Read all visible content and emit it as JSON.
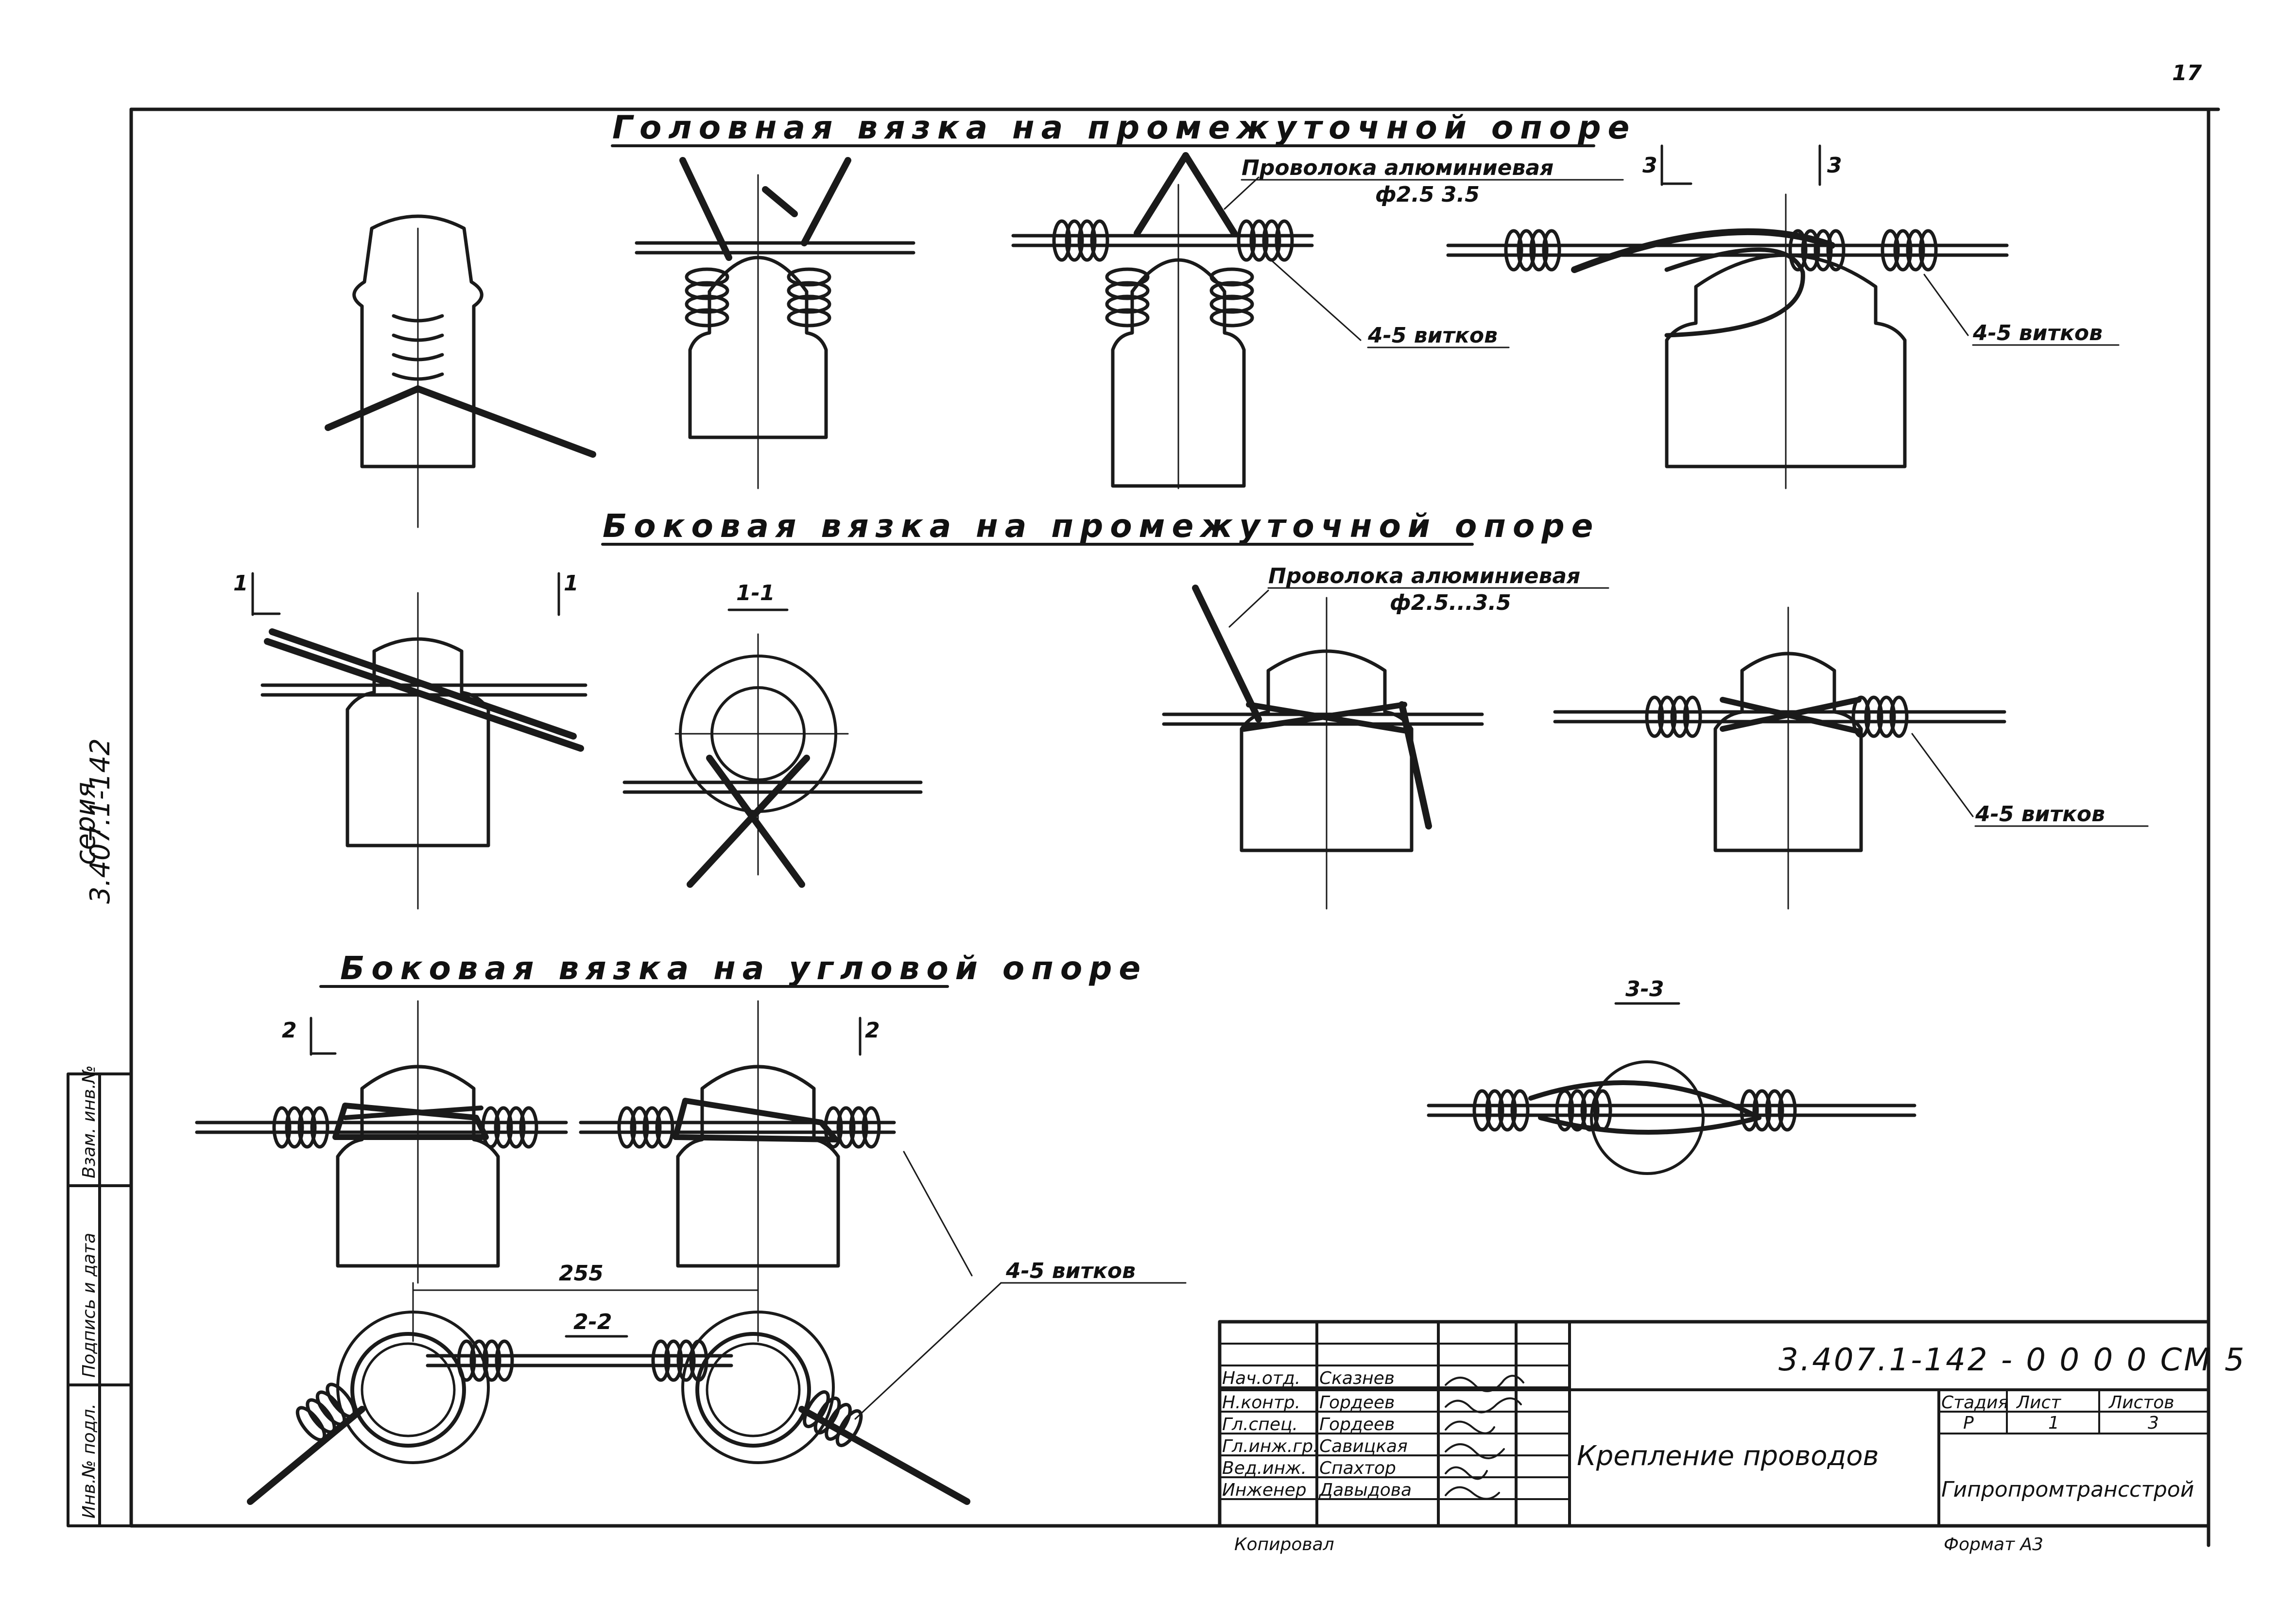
{
  "page_number": "17",
  "headings": {
    "head_tie": "Головная вязка на промежуточной опоре",
    "side_tie": "Боковая вязка на промежуточной опоре",
    "side_tie_corner": "Боковая вязка на угловой опоре"
  },
  "labels": {
    "wire_1": "Проволока алюминиевая",
    "wire_1_size": "ф2.5  3.5",
    "wire_2": "Проволока алюминиевая",
    "wire_2_size": "ф2.5...3.5",
    "turns": "4-5 витков",
    "cut_3": "3",
    "cut_1": "1",
    "cut_2": "2",
    "sec_11": "1-1",
    "sec_22": "2-2",
    "sec_33": "3-3",
    "dim_255": "255"
  },
  "side_margin": {
    "series": "серия",
    "series_code": "3.407.1-142",
    "stamp_1": "Инв.№ подл.",
    "stamp_2": "Подпись и дата",
    "stamp_3": "Взам. инв.№"
  },
  "title_block": {
    "doc_code": "3.407.1-142 - 0 0 0 0 СМ 5",
    "title": "Крепление проводов",
    "org": "Гипропромтрансстрой",
    "stage_h": "Стадия",
    "sheet_h": "Лист",
    "sheets_h": "Листов",
    "stage": "Р",
    "sheet": "1",
    "sheets": "3",
    "roles": [
      {
        "role": "Нач.отд.",
        "name": "Сказнев"
      },
      {
        "role": "Н.контр.",
        "name": "Гордеев"
      },
      {
        "role": "Гл.спец.",
        "name": "Гордеев"
      },
      {
        "role": "Гл.инж.гр.",
        "name": "Савицкая"
      },
      {
        "role": "Вед.инж.",
        "name": "Спахтор"
      },
      {
        "role": "Инженер",
        "name": "Давыдова"
      }
    ],
    "copied": "Копировал",
    "format": "Формат А3"
  }
}
